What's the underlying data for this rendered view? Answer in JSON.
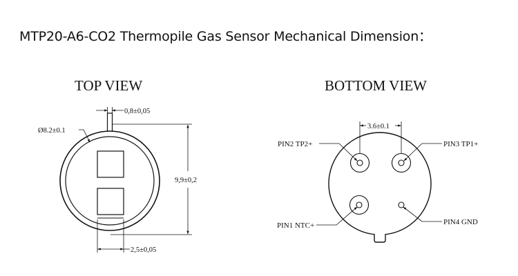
{
  "title": "MTP20-A6-CO2 Thermopile Gas Sensor Mechanical Dimension：",
  "top_view": {
    "heading": "TOP VIEW",
    "diameter_label": "Ø8.2±0.1",
    "tab_width_label": "0,8±0,05",
    "height_label": "9,9±0,2",
    "window_width_label": "2,5±0,05"
  },
  "bottom_view": {
    "heading": "BOTTOM VIEW",
    "pin_spacing_label": "3.6±0.1",
    "pins": {
      "pin2": "PIN2 TP2+",
      "pin3": "PIN3 TP1+",
      "pin1": "PIN1 NTC+",
      "pin4": "PIN4 GND"
    }
  }
}
